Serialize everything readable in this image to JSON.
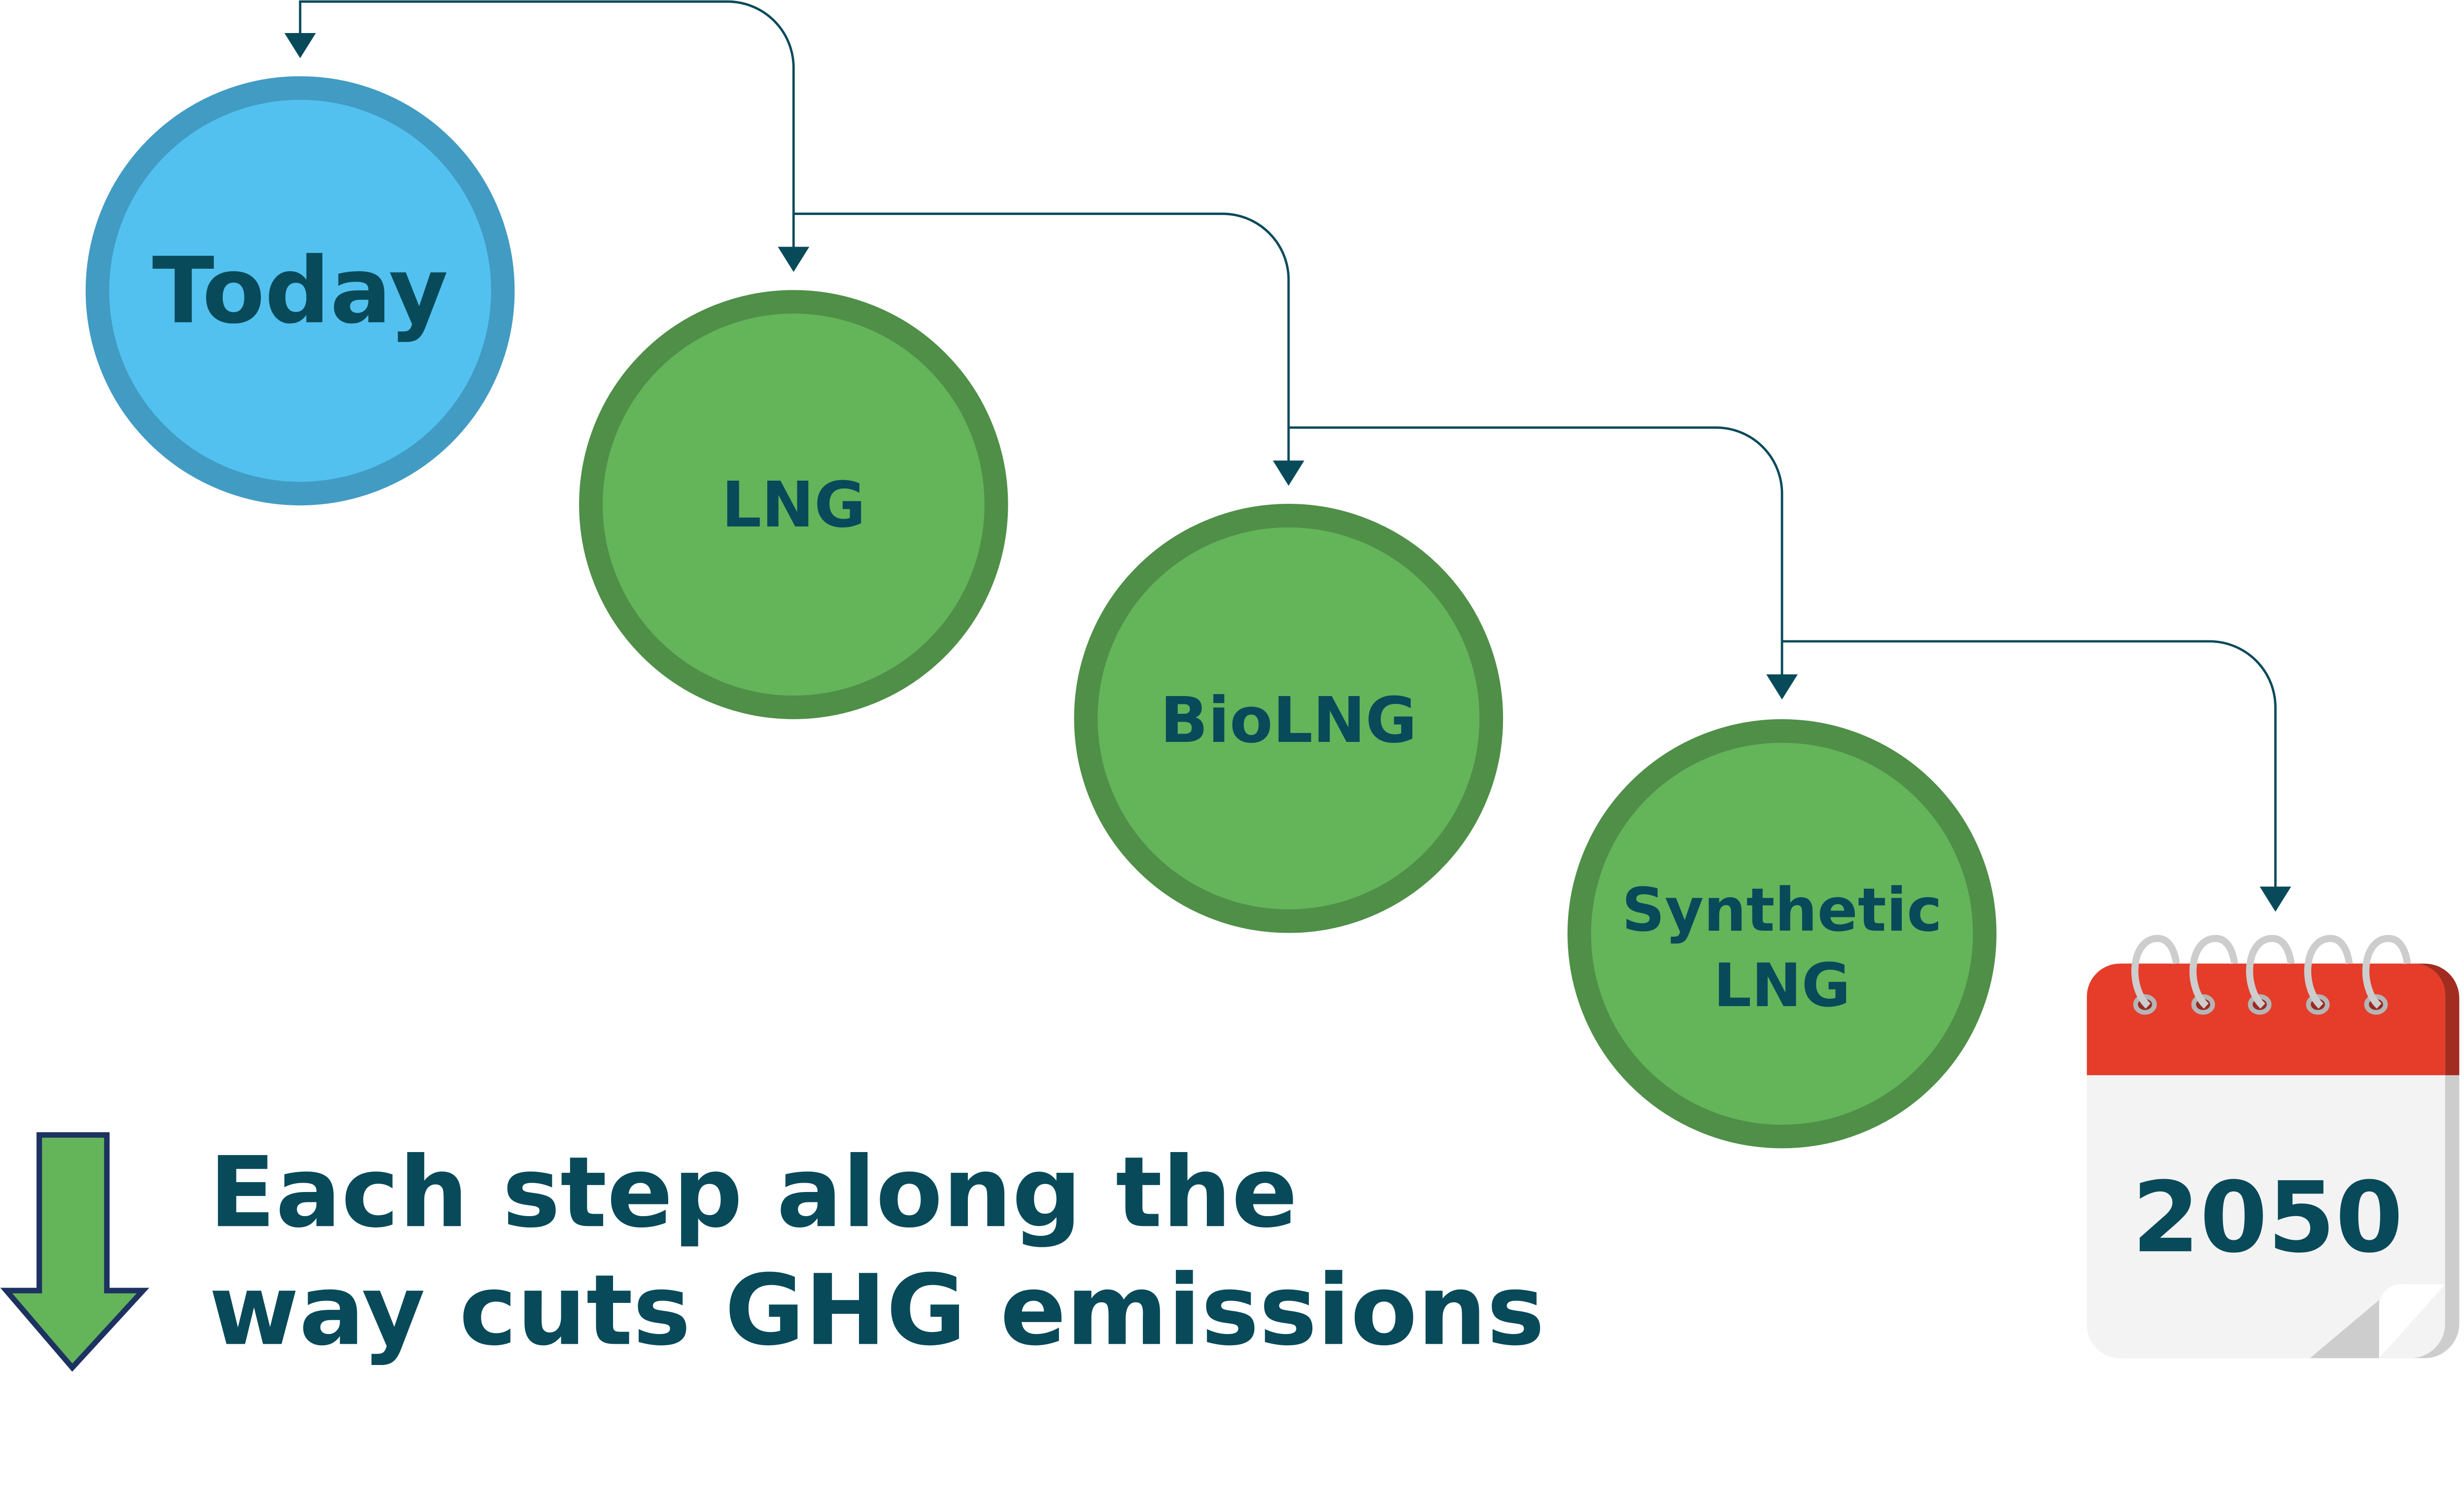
{
  "steps": [
    {
      "label": "Today"
    },
    {
      "label": "LNG"
    },
    {
      "label": "BioLNG"
    },
    {
      "label_line1": "Synthetic",
      "label_line2": "LNG"
    }
  ],
  "calendar": {
    "year": "2050",
    "icon": "calendar-icon"
  },
  "caption": {
    "line1": "Each step along the",
    "line2": "way cuts GHG emissions",
    "icon": "down-arrow-icon"
  },
  "colors": {
    "text": "#084a5a",
    "today_fill": "#52c1ef",
    "today_stroke": "#429bc3",
    "green_fill": "#64b45a",
    "green_stroke": "#4f8f48",
    "calendar_red": "#e63c2a"
  }
}
